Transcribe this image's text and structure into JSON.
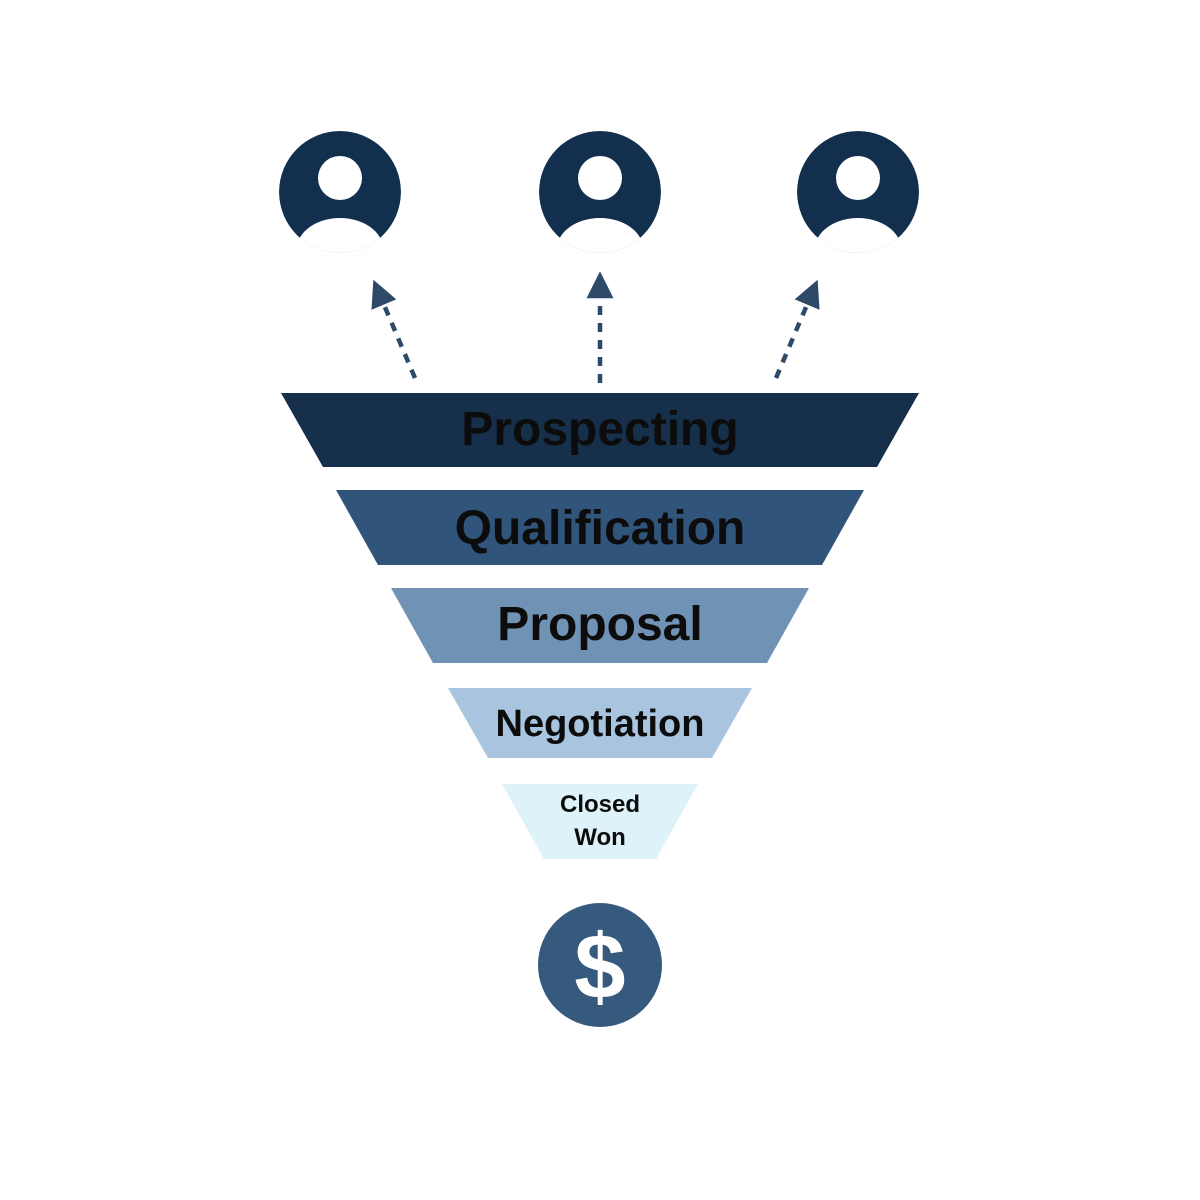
{
  "funnel": {
    "stages": [
      {
        "label": "Prospecting",
        "color": "#16304c"
      },
      {
        "label": "Qualification",
        "color": "#30547a"
      },
      {
        "label": "Proposal",
        "color": "#7093b5"
      },
      {
        "label": "Negotiation",
        "color": "#a8c4de"
      },
      {
        "label": "Closed Won",
        "line1": "Closed",
        "line2": "Won",
        "color": "#def2f9"
      }
    ],
    "label_color": "#0c0c0c"
  },
  "icons": {
    "person": {
      "count": 3,
      "color": "#12304e"
    },
    "dollar": {
      "symbol": "$",
      "color": "#365a7e"
    }
  },
  "arrows": {
    "count": 3,
    "color": "#2e4a68"
  }
}
